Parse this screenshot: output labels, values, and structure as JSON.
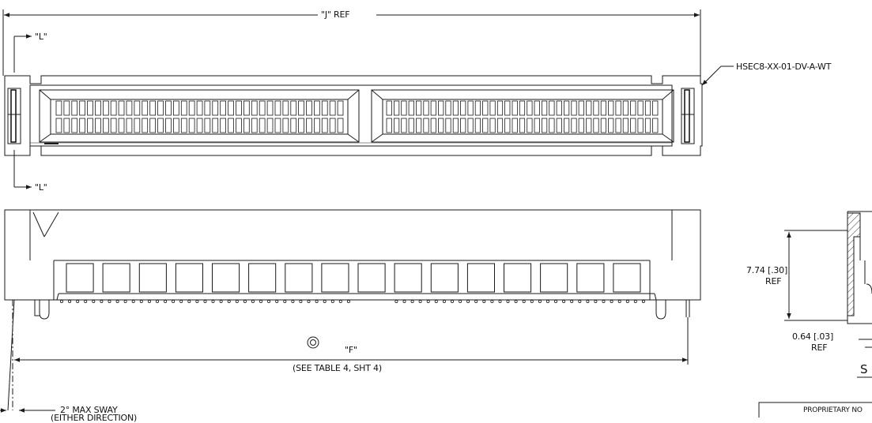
{
  "labels": {
    "j_ref": "\"J\" REF",
    "l_top": "\"L\"",
    "l_bottom": "\"L\"",
    "part_number": "HSEC8-XX-01-DV-A-WT",
    "f_dim": "\"F\"",
    "see_table": "(SEE TABLE 4, SHT 4)",
    "sway_line1": "2° MAX SWAY",
    "sway_line2": "(EITHER DIRECTION)",
    "height_dim_value": "7.74",
    "height_dim_inch": "[.30]",
    "height_dim_ref": "REF",
    "thick_dim_value": "0.64",
    "thick_dim_inch": "[.03]",
    "thick_dim_ref": "REF",
    "section_label": "S",
    "proprietary": "PROPRIETARY NO"
  },
  "symbols": {
    "profile_tolerance": "concentricity-symbol"
  },
  "contacts": {
    "rows_per_block": 2,
    "pins_per_row_per_block": 37,
    "blocks": 2,
    "front_tabs": 16
  },
  "colors": {
    "line": "#1a1a1a",
    "background": "#ffffff"
  }
}
